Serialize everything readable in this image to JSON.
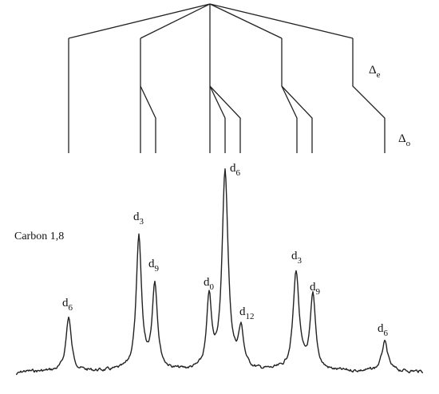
{
  "chart_data": {
    "type": "line",
    "title": "Carbon 1,8",
    "splitting_labels": [
      {
        "main": "Δ",
        "sub": "e"
      },
      {
        "main": "Δ",
        "sub": "o"
      }
    ],
    "peaks": [
      {
        "main": "d",
        "sub": "6"
      },
      {
        "main": "d",
        "sub": "3"
      },
      {
        "main": "d",
        "sub": "9"
      },
      {
        "main": "d",
        "sub": "0"
      },
      {
        "main": "d",
        "sub": "6"
      },
      {
        "main": "d",
        "sub": "12"
      },
      {
        "main": "d",
        "sub": "3"
      },
      {
        "main": "d",
        "sub": "9"
      },
      {
        "main": "d",
        "sub": "6"
      }
    ],
    "peak_intensity": [
      0.26,
      0.63,
      0.41,
      0.34,
      0.95,
      0.18,
      0.47,
      0.35,
      0.14
    ],
    "peak_width": [
      4,
      4,
      4,
      3.5,
      4.5,
      4,
      4.5,
      4,
      4.5
    ],
    "grid": false
  }
}
